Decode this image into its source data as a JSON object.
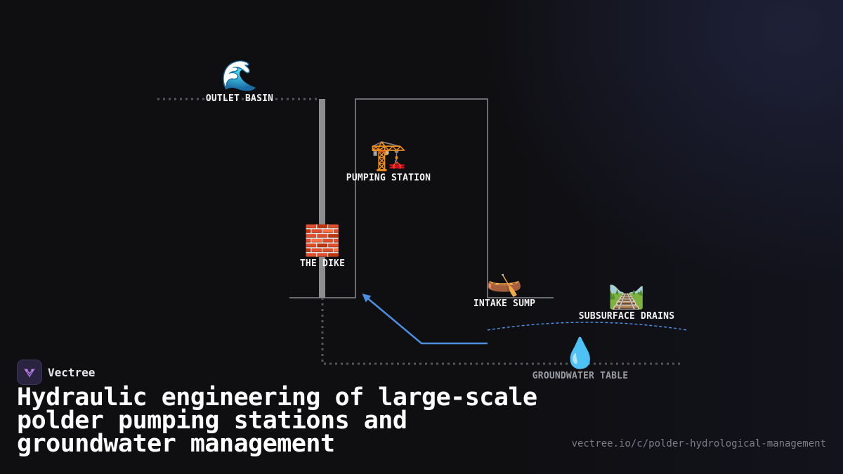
{
  "diagram": {
    "nodes": {
      "outlet_basin": {
        "icon": "wave-icon",
        "emoji": "🌊",
        "label": "OUTLET BASIN"
      },
      "pumping_station": {
        "icon": "crane-icon",
        "emoji": "🏗️",
        "label": "PUMPING STATION"
      },
      "dike": {
        "icon": "brick-icon",
        "emoji": "🧱",
        "label": "THE DIKE"
      },
      "intake_sump": {
        "icon": "canoe-icon",
        "emoji": "🛶",
        "label": "INTAKE SUMP"
      },
      "subsurface_drains": {
        "icon": "railway-track-icon",
        "emoji": "🛤️",
        "label": "SUBSURFACE DRAINS"
      },
      "groundwater_table": {
        "icon": "droplet-icon",
        "emoji": "💧",
        "label": "GROUNDWATER TABLE"
      }
    },
    "colors": {
      "flow_arrow": "#4a8fe0",
      "drain_curve": "#4a8fe0",
      "structure_line": "#8a8a92",
      "dike_wall": "#8e8e8e",
      "dotted_level": "#55555c"
    }
  },
  "brand": {
    "name": "Vectree",
    "logo_color": "#a66bd8"
  },
  "headline": "Hydraulic engineering of large-scale polder pumping stations and groundwater management",
  "url": "vectree.io/c/polder-hydrological-management"
}
